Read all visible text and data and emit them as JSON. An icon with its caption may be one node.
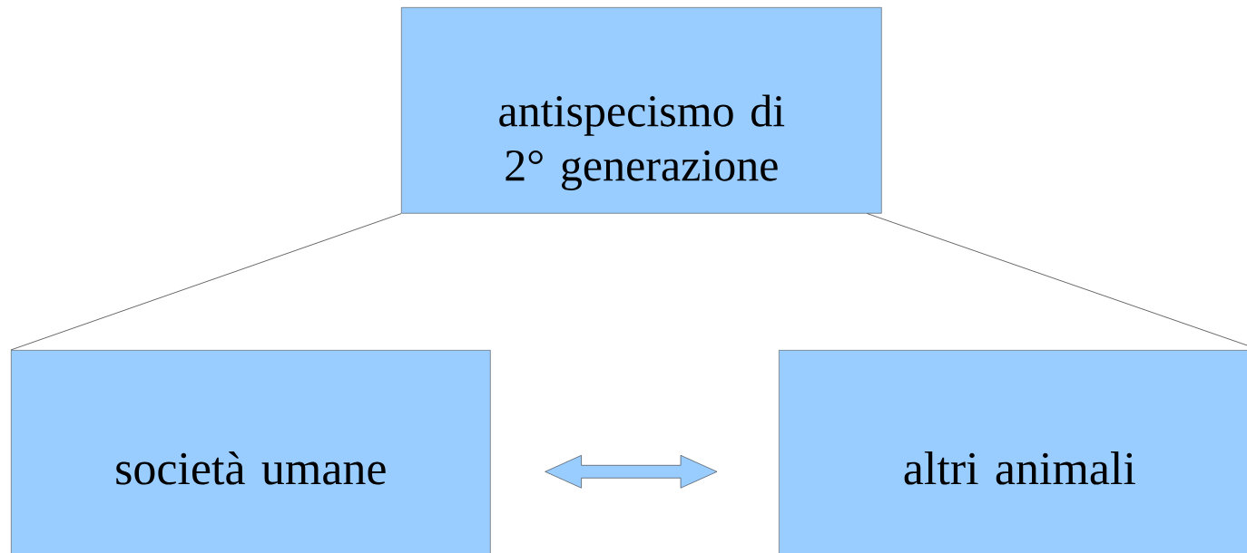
{
  "diagram": {
    "nodes": [
      {
        "text": [
          "antispecismo di 2° generazione"
        ]
      },
      {
        "text": [
          "società umane"
        ]
      },
      {
        "text": [
          "altri animali"
        ]
      }
    ],
    "edges": [
      {
        "from": 0,
        "to": 1,
        "arrow": "none"
      },
      {
        "from": 0,
        "to": 2,
        "arrow": "none"
      },
      {
        "from": 1,
        "to": 2,
        "arrow": "both",
        "style": "thick"
      }
    ]
  }
}
